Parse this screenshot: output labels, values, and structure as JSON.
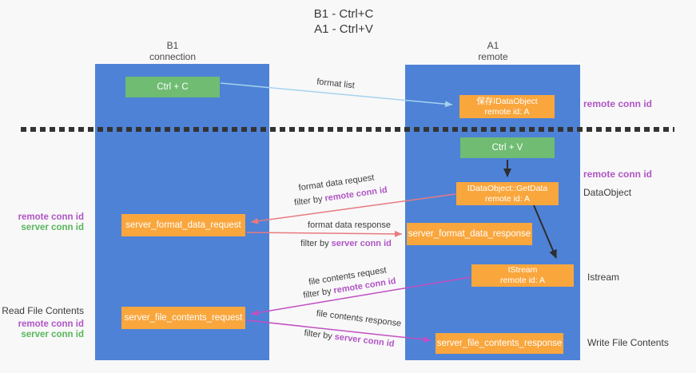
{
  "title": {
    "line1": "B1 - Ctrl+C",
    "line2": "A1 - Ctrl+V"
  },
  "columns": {
    "left": {
      "header_line1": "B1",
      "header_line2": "connection"
    },
    "right": {
      "header_line1": "A1",
      "header_line2": "remote"
    }
  },
  "boxes": {
    "ctrl_c": "Ctrl + C",
    "ctrl_v": "Ctrl + V",
    "save_dataobject": {
      "line1": "保存IDataObject",
      "line2": "remote id: A"
    },
    "getdata": {
      "line1": "IDataObject::GetData",
      "line2": "remote id: A"
    },
    "istream": {
      "line1": "IStream",
      "line2": "remote id: A"
    },
    "format_request": "server_format_data_request",
    "format_response": "server_format_data_response",
    "file_request": "server_file_contents_request",
    "file_response": "server_file_contents_response"
  },
  "flow_labels": {
    "format_list": "format list",
    "format_request": "format data request",
    "format_request_filter_prefix": "filter by ",
    "format_request_filter_key": "remote conn id",
    "format_response": "format data response",
    "format_response_filter_prefix": "filter by ",
    "format_response_filter_key": "server conn id",
    "file_request": "file contents request",
    "file_request_filter_prefix": "filter by ",
    "file_request_filter_key": "remote conn id",
    "file_response": "file contents response",
    "file_response_filter_prefix": "filter by ",
    "file_response_filter_key": "server conn id"
  },
  "left_annotations": {
    "format_remote": "remote conn id",
    "format_server": "server conn id",
    "read_file": "Read File Contents",
    "file_remote": "remote conn id",
    "file_server": "server conn id"
  },
  "right_annotations": {
    "save_remote": "remote conn id",
    "getdata_remote": "remote conn id",
    "dataobject": "DataObject",
    "istream": "Istream",
    "write_file": "Write File Contents"
  },
  "colors": {
    "column_blue": "#4e82d6",
    "box_orange": "#f9a63d",
    "box_green": "#6fbc72",
    "arrow_lightblue": "#a6d2ee",
    "arrow_salmon": "#e87a80",
    "arrow_magenta": "#c24fc2",
    "arrow_black": "#2d2d2d",
    "text_purple": "#b055c5",
    "text_green": "#58b65c",
    "dashed_line": "#333333",
    "background": "#f8f8f8"
  }
}
